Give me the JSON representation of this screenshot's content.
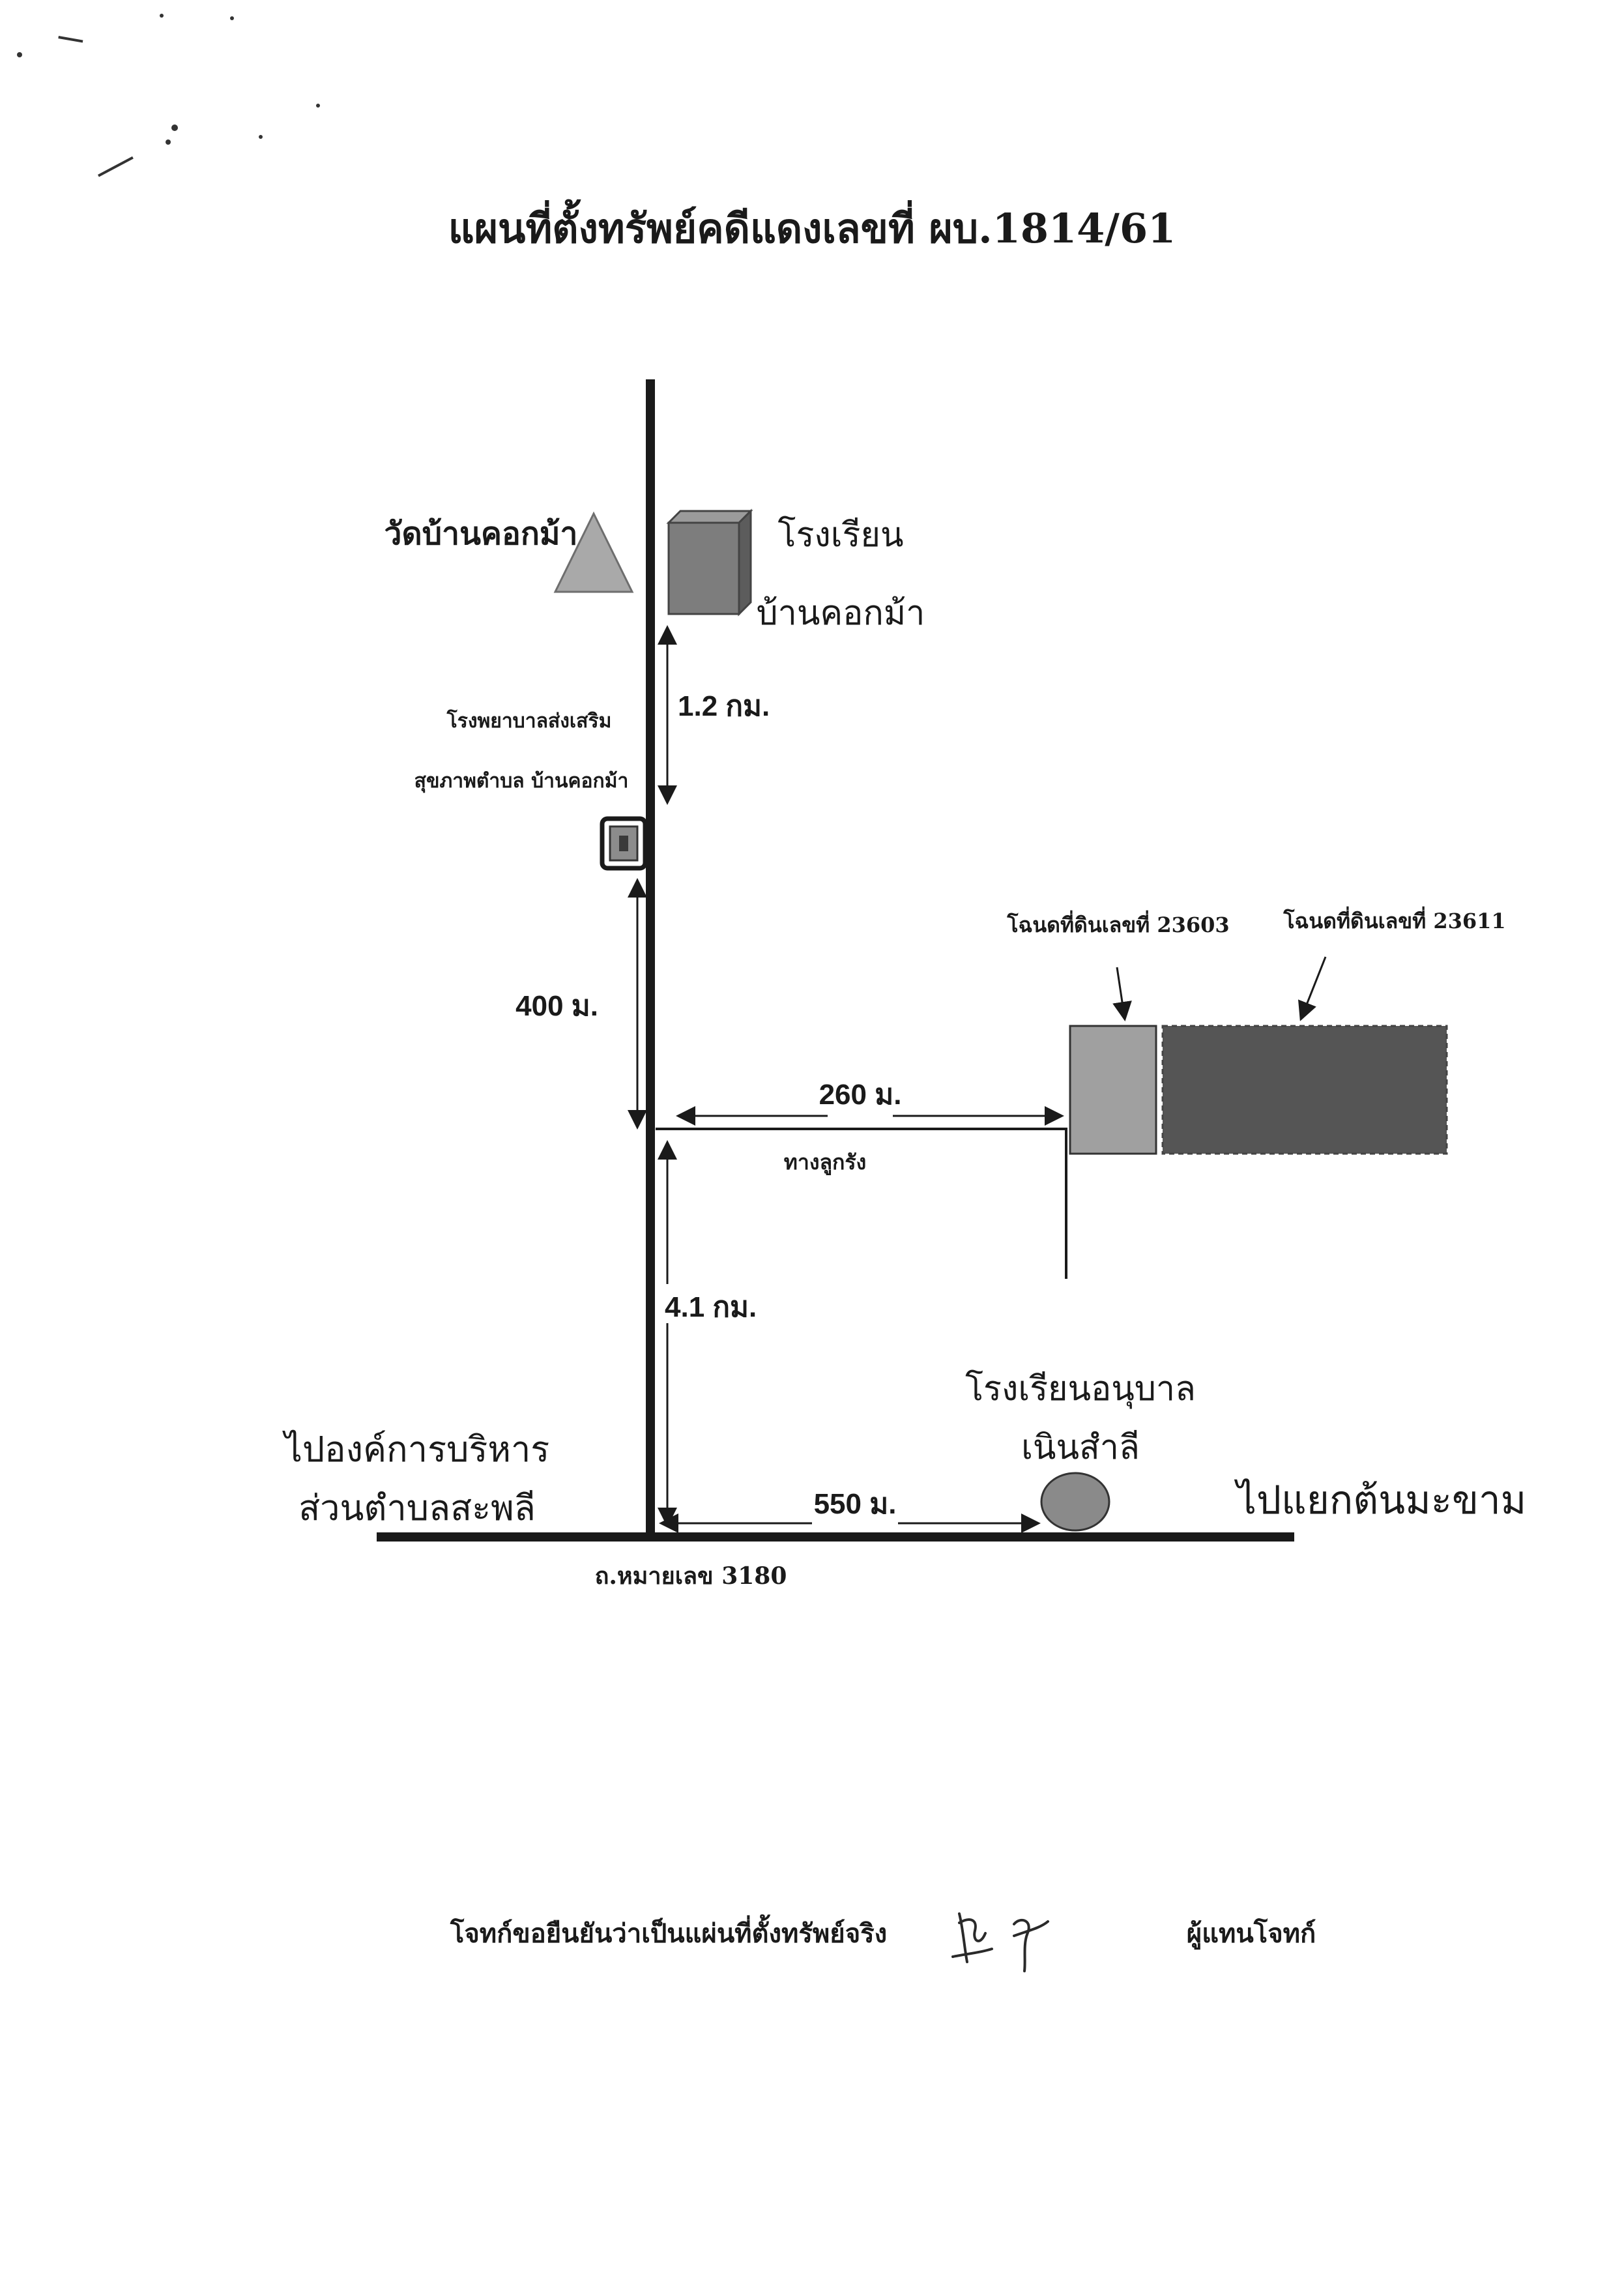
{
  "title": "แผนที่ตั้งทรัพย์คดีแดงเลขที่ ผบ.1814/61",
  "places": {
    "temple": "วัดบ้านคอกม้า",
    "school_line1": "โรงเรียน",
    "school_line2": "บ้านคอกม้า",
    "hospital_line1": "โรงพยาบาลส่งเสริม",
    "hospital_line2": "สุขภาพตำบล บ้านคอกม้า",
    "kindergarten_line1": "โรงเรียนอนุบาล",
    "kindergarten_line2": "เนินสำลี",
    "left_dest_line1": "ไปองค์การบริหาร",
    "left_dest_line2": "ส่วนตำบลสะพลี",
    "right_dest": "ไปแยกต้นมะขาม",
    "road_name": "ถ.หมายเลข 3180",
    "path_name": "ทางลูกรัง"
  },
  "distances": {
    "d_school": "1.2 กม.",
    "d_hospital": "400 ม.",
    "d_path": "260 ม.",
    "d_junction": "4.1 กม.",
    "d_kindergarten": "550 ม."
  },
  "parcels": {
    "deed_a": "โฉนดที่ดินเลขที่ 23603",
    "deed_b": "โฉนดที่ดินเลขที่ 23611"
  },
  "footer": {
    "certify": "โจทก์ขอยืนยันว่าเป็นแผ่นที่ตั้งทรัพย์จริง",
    "role": "ผู้แทนโจทก์",
    "signature": "พร"
  },
  "colors": {
    "ink": "#1a1a1a",
    "temple_fill": "#a9a9a9",
    "school_fill": "#7d7d7d",
    "parcel_a_fill": "#a0a0a0",
    "parcel_b_fill": "#555555",
    "kindergarten_fill": "#8a8a8a"
  }
}
